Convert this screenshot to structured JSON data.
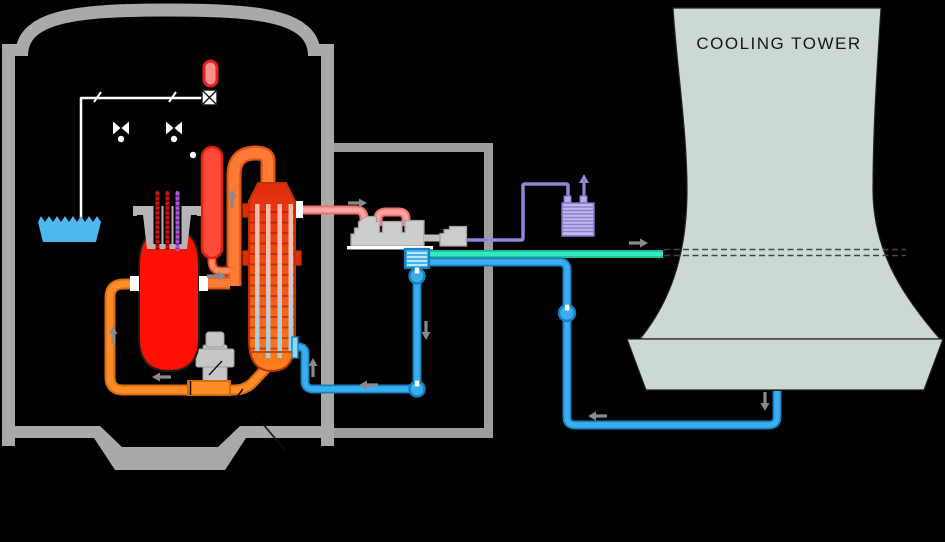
{
  "labels": {
    "cooling_tower": "COOLING TOWER"
  },
  "palette": {
    "background": "#000000",
    "containment_gray": "#a9a9a9",
    "building_gray": "#9c9c9c",
    "machine_gray": "#cdcdcd",
    "reactor_red": "#ff1000",
    "pressurizer_red": "#fd4937",
    "primary_cold_leg_orange": "#ff8c28",
    "primary_hot_leg_orange": "#ff7a35",
    "surge_line_salmon": "#ff8a5a",
    "steam_pink": "#ffa2a2",
    "condensate_blue": "#3aaeee",
    "pool_blue": "#4db8ef",
    "warm_water_teal": "#35e8bd",
    "power_line_purple": "#9186d6",
    "transformer_purple": "#c3b8ec",
    "cooling_tower_fill": "#ccd9d3",
    "flow_arrow_gray": "#8a8a8a",
    "control_rod_red": "#d41414",
    "control_rod_purple": "#b558d8"
  },
  "components": [
    "containment-structure",
    "water-pool",
    "containment-spray-line",
    "isolation-valve",
    "spray-nozzle",
    "status-capsule",
    "pressurizer",
    "reactor-vessel",
    "control-rods",
    "reactor-coolant-pump",
    "steam-generator",
    "turbine-building",
    "steam-turbine",
    "generator",
    "condenser",
    "condensate-pump",
    "feedwater-pump",
    "circulating-water-pump",
    "transformer",
    "cooling-tower",
    "cooling-tower-basin"
  ]
}
